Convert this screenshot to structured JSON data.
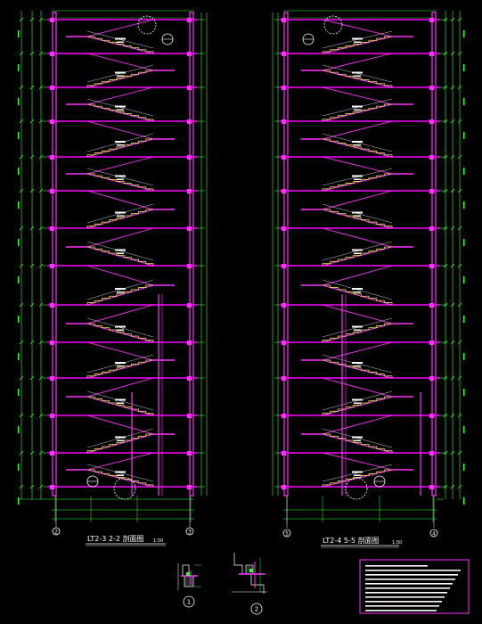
{
  "drawing": {
    "background": "#000000",
    "colors": {
      "wall": "#ff33ff",
      "dimension": "#33ff33",
      "stair": "#e6e64d",
      "annotation": "#ffffff",
      "callout": "#ffffff",
      "floor_line": "#ff00ff"
    },
    "left_section": {
      "title": "LT2-3  2-2  剖面图",
      "scale": "1:50",
      "axis_left": "2",
      "axis_right": "3"
    },
    "right_section": {
      "title": "LT2-4  5-5  剖面图",
      "scale": "1:50",
      "axis_left": "5",
      "axis_right": "4"
    },
    "detail_1": {
      "number": "1"
    },
    "detail_2": {
      "number": "2"
    },
    "notes_box": {
      "border_color": "#ff33ff",
      "line_count": 11
    }
  }
}
